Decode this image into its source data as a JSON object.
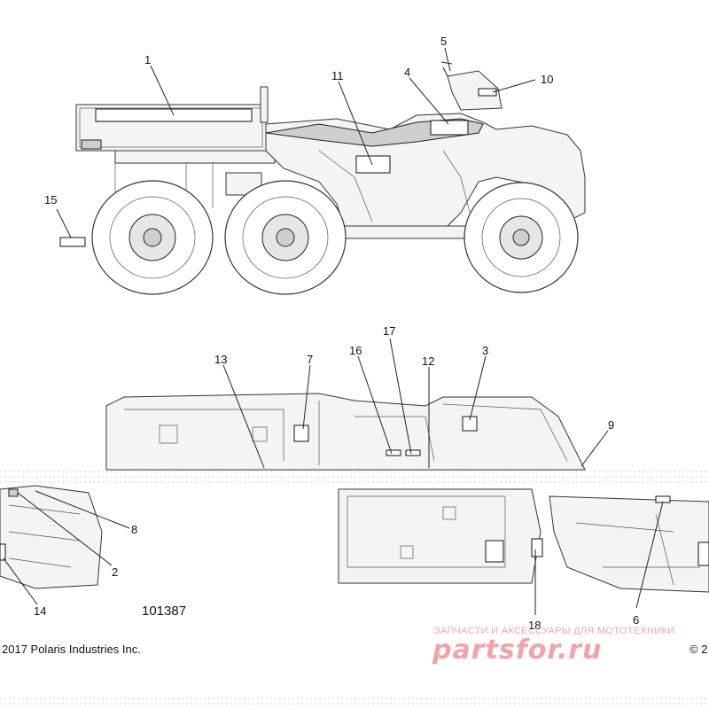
{
  "callouts": {
    "c1": "1",
    "c2": "2",
    "c3": "3",
    "c4": "4",
    "c5": "5",
    "c6": "6",
    "c7": "7",
    "c8": "8",
    "c9": "9",
    "c10": "10",
    "c11": "11",
    "c12": "12",
    "c13": "13",
    "c14": "14",
    "c15": "15",
    "c16": "16",
    "c17": "17",
    "c18": "18"
  },
  "part_number": "101387",
  "copyright": "2017 Polaris Industries Inc.",
  "copyright_right": "© 2",
  "watermark": {
    "tagline": "ЗАПЧАСТИ И АКСЕССУАРЫ ДЛЯ МОТОТЕХНИКИ",
    "logo": "partsfor.ru"
  },
  "colors": {
    "line": "#222222",
    "watermark": "#f0a3aa"
  }
}
